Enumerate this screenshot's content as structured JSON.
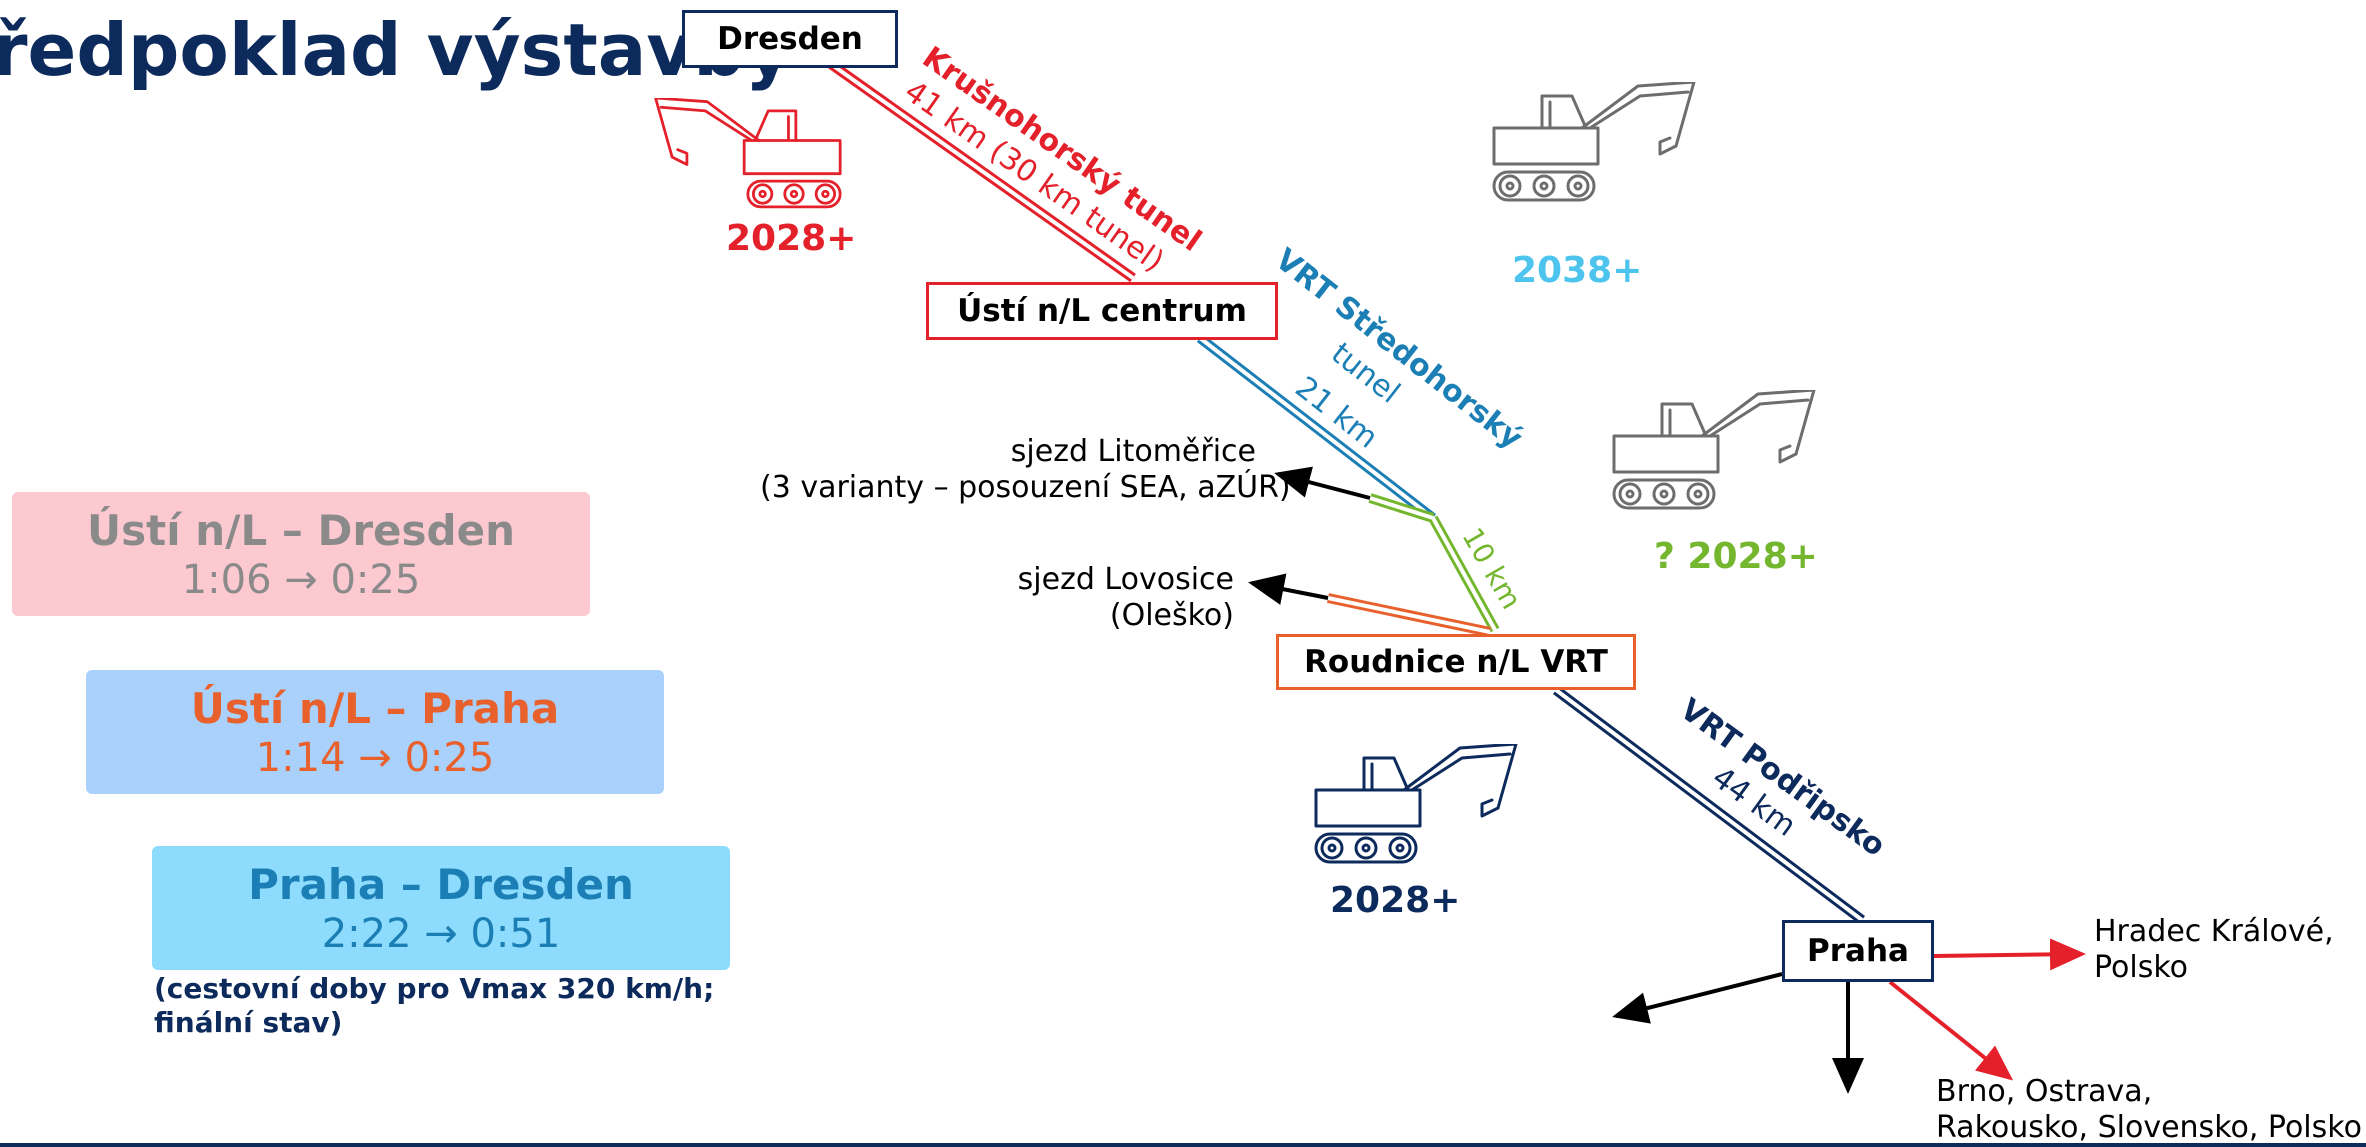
{
  "title": "ředpoklad výstavby",
  "stations": {
    "dresden": "Dresden",
    "usti": "Ústí n/L centrum",
    "roudnice": "Roudnice n/L VRT",
    "praha": "Praha"
  },
  "sections": {
    "krusnohorsky_name": "Krušnohorský tunel",
    "krusnohorsky_len": "41 km (30 km tunel)",
    "stredohorsky_name": "VRT Středohorský",
    "stredohorsky_type": "tunel",
    "stredohorsky_len": "21 km",
    "mid_len": "10 km",
    "podripsko_name": "VRT Podřipsko",
    "podripsko_len": "44 km"
  },
  "exits": {
    "litomerice_1": "sjezd Litoměřice",
    "litomerice_2": "(3 varianty – posouzení SEA, aZÚR)",
    "lovosice_1": "sjezd Lovosice",
    "lovosice_2": "(Oleško)"
  },
  "destinations": {
    "hradec_1": "Hradec Králové,",
    "hradec_2": "Polsko",
    "brno_1": "Brno, Ostrava,",
    "brno_2": "Rakousko, Slovensko, Polsko"
  },
  "years": {
    "krusnohorsky": "2028+",
    "stredohorsky": "2038+",
    "mid": "? 2028+",
    "podripsko": "2028+"
  },
  "travel_times": [
    {
      "route": "Ústí n/L – Dresden",
      "time": "1:06 → 0:25"
    },
    {
      "route": "Ústí n/L – Praha",
      "time": "1:14 → 0:25"
    },
    {
      "route": "Praha – Dresden",
      "time": "2:22 → 0:51"
    }
  ],
  "note_line1": "(cestovní doby pro Vmax 320 km/h;",
  "note_line2": "finální stav)",
  "colors": {
    "navy": "#0d2a5c",
    "red": "#e4202a",
    "blue": "#1b7fb5",
    "green": "#74b72f",
    "orange": "#e8612c",
    "light_blue": "#4cc4ee",
    "gray": "#8a8a8a",
    "excavator_gray": "#6d6d6d"
  },
  "icons": [
    "excavator-icon",
    "arrow-icon"
  ]
}
